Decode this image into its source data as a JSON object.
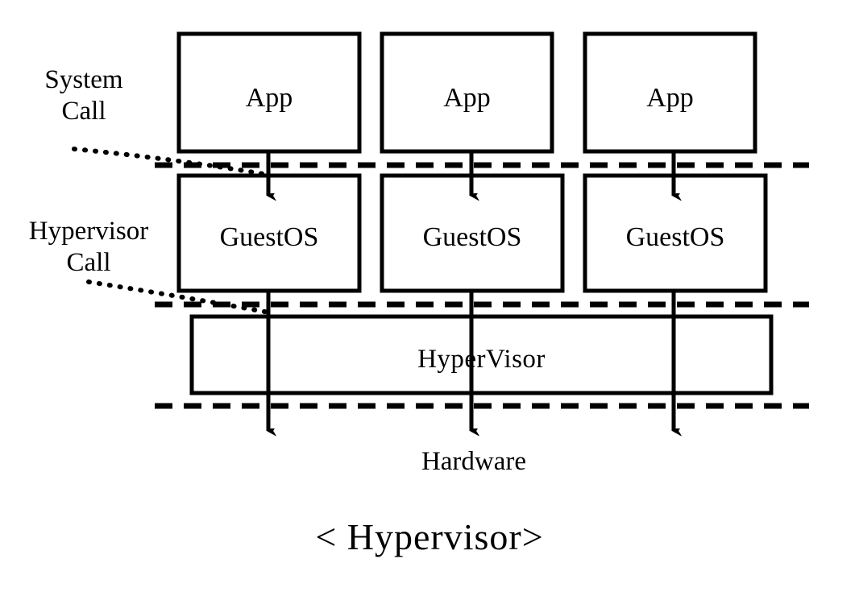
{
  "diagram": {
    "caption": "< Hypervisor>",
    "layers": {
      "app_row": {
        "boxes": [
          {
            "label": "App"
          },
          {
            "label": "App"
          },
          {
            "label": "App"
          }
        ]
      },
      "guest_row": {
        "boxes": [
          {
            "label": "GuestOS"
          },
          {
            "label": "GuestOS"
          },
          {
            "label": "GuestOS"
          }
        ]
      },
      "hypervisor_box": {
        "label": "HyperVisor"
      },
      "hardware": {
        "label": "Hardware"
      }
    },
    "annotations": [
      {
        "line1": "System",
        "line2": "Call"
      },
      {
        "line1": "Hypervisor",
        "line2": "Call"
      }
    ],
    "colors": {
      "stroke": "#000000",
      "background": "#ffffff"
    }
  }
}
